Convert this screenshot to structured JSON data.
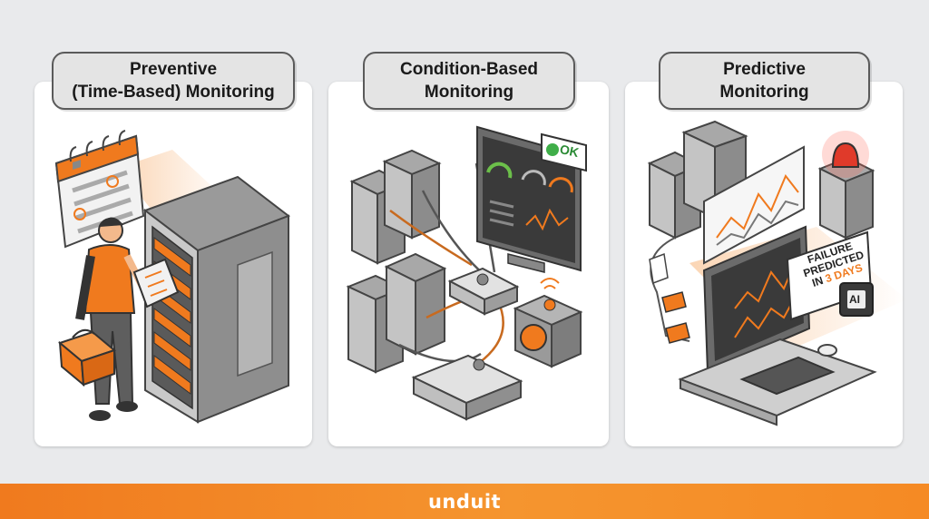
{
  "panels": [
    {
      "title_line1": "Preventive",
      "title_line2": "(Time-Based) Monitoring"
    },
    {
      "title_line1": "Condition-Based",
      "title_line2": "Monitoring"
    },
    {
      "title_line1": "Predictive",
      "title_line2": "Monitoring"
    }
  ],
  "badges": {
    "ok": "OK",
    "failure_line1": "FAILURE",
    "failure_line2": "PREDICTED",
    "failure_line3_prefix": "IN",
    "failure_line3_value": "3 DAYS",
    "ai": "AI"
  },
  "footer": {
    "logo": "unduit"
  },
  "colors": {
    "accent": "#f07a1e",
    "panel": "#ffffff",
    "background": "#e9eaec",
    "alert": "#e03a2a"
  },
  "icons": [
    "calendar-icon",
    "technician-icon",
    "toolbox-icon",
    "clipboard-icon",
    "server-rack-icon",
    "gauge-icon",
    "network-switch-icon",
    "cooling-fan-icon",
    "alarm-light-icon",
    "chart-icon",
    "document-icon",
    "folder-icon",
    "ai-chip-icon",
    "keyboard-icon",
    "mouse-icon"
  ]
}
